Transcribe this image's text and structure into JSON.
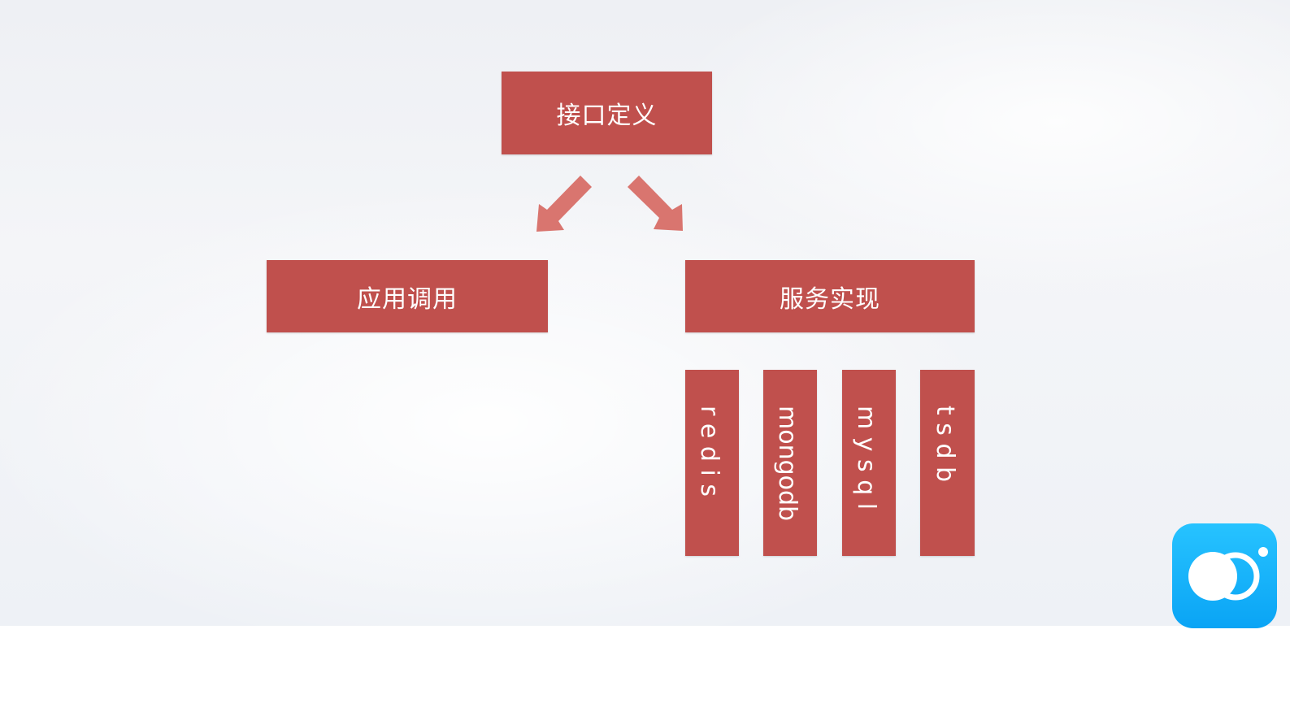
{
  "diagram": {
    "top_box": {
      "label": "接口定义"
    },
    "left_box": {
      "label": "应用调用"
    },
    "right_box": {
      "label": "服务实现"
    },
    "implementations": [
      {
        "label": "r e d i s"
      },
      {
        "label": "mongodb"
      },
      {
        "label": "m y s q l"
      },
      {
        "label": "t s d b"
      }
    ]
  },
  "colors": {
    "box": "#c0504d",
    "arrow": "#d9756f",
    "icon": "#0aa4f5"
  },
  "icons": {
    "corner_app": "app-logo-icon"
  }
}
